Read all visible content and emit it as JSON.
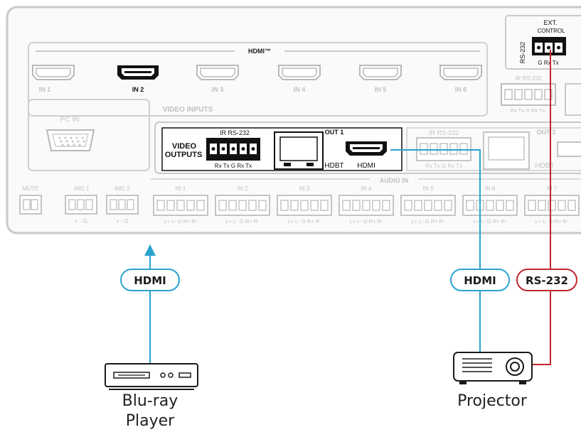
{
  "panel": {
    "hdmi_group": "HDMI™",
    "hdmi_inputs": [
      "IN 1",
      "IN 2",
      "IN 3",
      "IN 4",
      "IN 5",
      "IN 6"
    ],
    "video_inputs": "VIDEO INPUTS",
    "pc_in": "PC IN",
    "ir_rs232": "IR RS-232",
    "ir_pins": "Rx Tx G Rx Tx",
    "ext_control_1": "EXT.",
    "ext_control_2": "CONTROL",
    "rs232_vertical": "RS-232",
    "ext_pins": "G Rx Tx",
    "out1": "OUT 1",
    "out2": "OUT 2",
    "video_outputs_1": "VIDEO",
    "video_outputs_2": "OUTPUTS",
    "hdbt": "HDBT",
    "hdmi_port": "HDMI",
    "audio_in": "AUDIO IN",
    "mute": "MUTE",
    "mic1": "MIC 1",
    "mic2": "MIC 2",
    "mic_pins": "+ - G",
    "audio_inputs": [
      "IN 1",
      "IN 2",
      "IN 3",
      "IN 4",
      "IN 5",
      "IN 6",
      "IN 7"
    ],
    "audio_pins": "L+ L- G R+ R-"
  },
  "cables": {
    "hdmi_in_label": "HDMI",
    "hdmi_out_label": "HDMI",
    "rs232_label": "RS-232",
    "hdmi_color": "#2aa3cf",
    "rs232_color": "#c0272d"
  },
  "devices": {
    "bluray_line1": "Blu-ray",
    "bluray_line2": "Player",
    "projector": "Projector"
  }
}
